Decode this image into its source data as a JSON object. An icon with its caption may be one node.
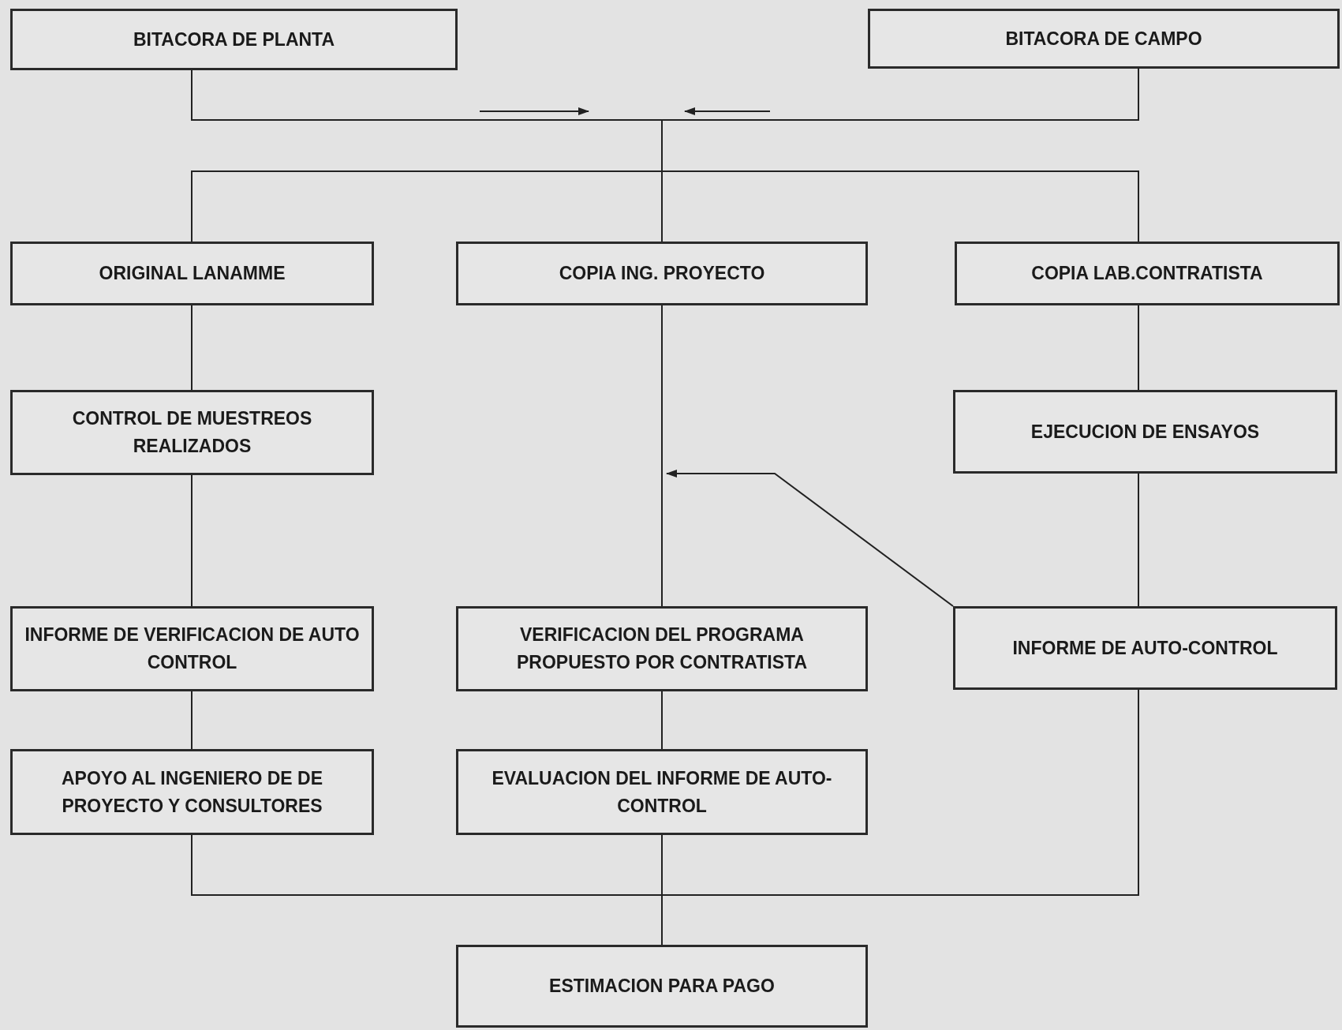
{
  "diagram": {
    "nodes": [
      {
        "text": [
          "BITACORA DE PLANTA"
        ]
      },
      {
        "text": [
          "BITACORA DE CAMPO"
        ]
      },
      {
        "text": [
          "ORIGINAL LANAMME"
        ]
      },
      {
        "text": [
          "COPIA ING. PROYECTO"
        ]
      },
      {
        "text": [
          "COPIA LAB.CONTRATISTA"
        ]
      },
      {
        "text": [
          "CONTROL DE MUESTREOS REALIZADOS"
        ]
      },
      {
        "text": [
          "EJECUCION DE ENSAYOS"
        ]
      },
      {
        "text": [
          "INFORME DE VERIFICACION DE AUTO CONTROL"
        ]
      },
      {
        "text": [
          "VERIFICACION DEL PROGRAMA PROPUESTO POR CONTRATISTA"
        ]
      },
      {
        "text": [
          "INFORME DE AUTO-CONTROL"
        ]
      },
      {
        "text": [
          "APOYO AL INGENIERO DE DE PROYECTO Y CONSULTORES"
        ]
      },
      {
        "text": [
          "EVALUACION DEL INFORME DE AUTO-CONTROL"
        ]
      },
      {
        "text": [
          "ESTIMACION PARA PAGO"
        ]
      }
    ],
    "edges": [
      {
        "from": 0,
        "to": 2,
        "arrow": "none"
      },
      {
        "from": 0,
        "to": 3,
        "arrow": "none"
      },
      {
        "from": 0,
        "to": 4,
        "arrow": "none"
      },
      {
        "from": 1,
        "to": 2,
        "arrow": "none"
      },
      {
        "from": 1,
        "to": 3,
        "arrow": "none"
      },
      {
        "from": 1,
        "to": 4,
        "arrow": "none"
      },
      {
        "from": 2,
        "to": 5,
        "arrow": "none"
      },
      {
        "from": 5,
        "to": 7,
        "arrow": "none"
      },
      {
        "from": 7,
        "to": 10,
        "arrow": "none"
      },
      {
        "from": 3,
        "to": 8,
        "arrow": "none"
      },
      {
        "from": 8,
        "to": 11,
        "arrow": "none"
      },
      {
        "from": 4,
        "to": 6,
        "arrow": "none"
      },
      {
        "from": 6,
        "to": 9,
        "arrow": "none"
      },
      {
        "from": 9,
        "to": null,
        "arrow": "to"
      },
      {
        "from": 10,
        "to": 12,
        "arrow": "none"
      },
      {
        "from": 11,
        "to": 12,
        "arrow": "none"
      },
      {
        "from": 9,
        "to": 12,
        "arrow": "none"
      }
    ]
  }
}
